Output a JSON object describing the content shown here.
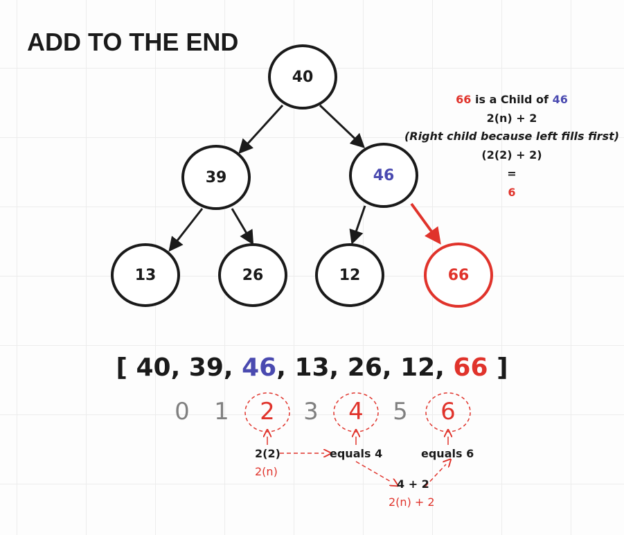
{
  "title": "ADD TO THE END",
  "tree": {
    "nodes": [
      {
        "label": "40",
        "color": "#1a1a1a"
      },
      {
        "label": "39",
        "color": "#1a1a1a"
      },
      {
        "label": "46",
        "color": "#4a4ab0"
      },
      {
        "label": "13",
        "color": "#1a1a1a"
      },
      {
        "label": "26",
        "color": "#1a1a1a"
      },
      {
        "label": "12",
        "color": "#1a1a1a"
      },
      {
        "label": "66",
        "color": "#e0332b"
      }
    ]
  },
  "note": {
    "child_value": "66",
    "child_text": "is a Child of",
    "parent_value": "46",
    "formula": "2(n) + 2",
    "explanation": "(Right child because left fills first)",
    "substitution": "(2(2) + 2)",
    "equals": "=",
    "result": "6"
  },
  "array": {
    "open": "[",
    "close": "]",
    "values": [
      "40",
      "39",
      "46",
      "13",
      "26",
      "12",
      "66"
    ],
    "indices": [
      "0",
      "1",
      "2",
      "3",
      "4",
      "5",
      "6"
    ]
  },
  "calculation": {
    "step1": "2(2)",
    "step1_formula": "2(n)",
    "step2": "equals 4",
    "step3": "4 + 2",
    "step3_formula": "2(n) + 2",
    "step4": "equals 6"
  },
  "colors": {
    "text": "#1a1a1a",
    "highlight_red": "#e0332b",
    "highlight_blue": "#4a4ab0",
    "index_gray": "#808080"
  }
}
